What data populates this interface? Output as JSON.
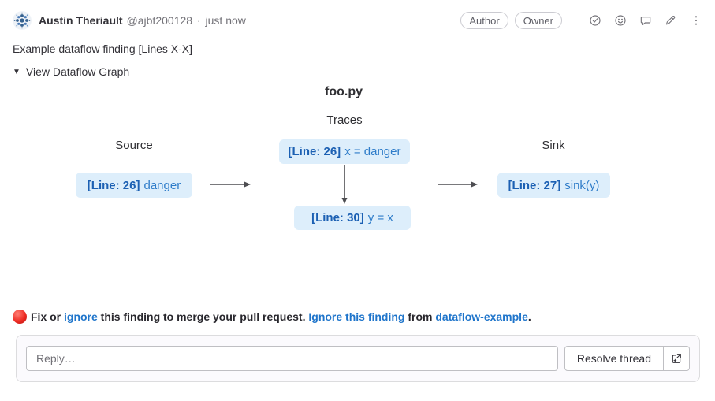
{
  "colors": {
    "link_blue": "#1f75cb",
    "node_background": "#ddeefb",
    "node_text_bold": "#1c60b3",
    "node_text": "#2e7cc9",
    "arrow": "#4d4d51",
    "muted_gray": "#737278",
    "alert_dot_red": "#ee2c24"
  },
  "header": {
    "author_name": "Austin Theriault",
    "author_handle": "@ajbt200128",
    "separator": "·",
    "timestamp": "just now",
    "badges": [
      "Author",
      "Owner"
    ],
    "icons": [
      "check-circle-icon",
      "smiley-icon",
      "comment-icon",
      "pencil-icon",
      "kebab-menu-icon"
    ]
  },
  "comment": {
    "title": "Example dataflow finding [Lines X-X]"
  },
  "graph": {
    "toggle_arrow": "▼",
    "toggle_label": "View Dataflow Graph",
    "file_title": "foo.py",
    "column_source": "Source",
    "column_traces": "Traces",
    "column_sink": "Sink",
    "nodes": [
      {
        "id": "source",
        "line_label": "[Line: 26]",
        "code": "danger"
      },
      {
        "id": "trace1",
        "line_label": "[Line: 26]",
        "code": "x = danger"
      },
      {
        "id": "trace2",
        "line_label": "[Line: 30]",
        "code": "y = x"
      },
      {
        "id": "sink",
        "line_label": "[Line: 27]",
        "code": "sink(y)"
      }
    ],
    "edges": [
      "source->trace1",
      "trace1->trace2",
      "traces->sink"
    ]
  },
  "alert": {
    "emoji": "red-circle",
    "part_prefix": "Fix or ",
    "link_ignore": "ignore",
    "part_middle": " this finding to merge your pull request. ",
    "link_ignore_finding": "Ignore this finding",
    "part_from": " from ",
    "link_ruleset": "dataflow-example",
    "part_period": "."
  },
  "reply": {
    "placeholder": "Reply…",
    "resolve_label": "Resolve thread"
  }
}
